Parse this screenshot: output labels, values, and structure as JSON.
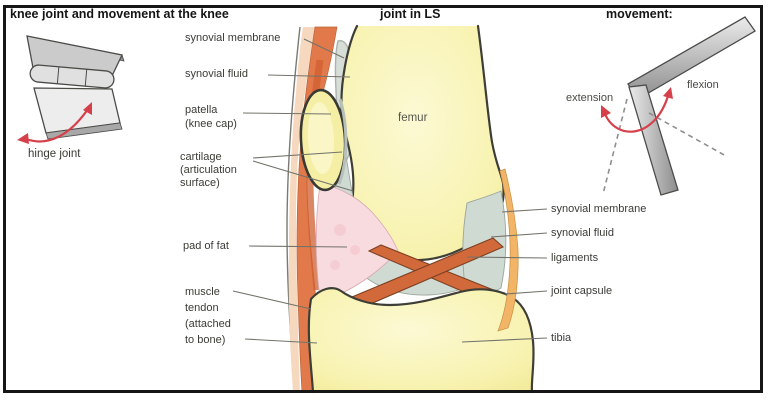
{
  "titles": {
    "left": "knee joint and movement at the knee",
    "center": "joint in LS",
    "right": "movement:"
  },
  "hinge_panel": {
    "caption": "hinge joint"
  },
  "cross_section": {
    "femur_label": "femur",
    "left_labels": [
      "synovial membrane",
      "synovial fluid",
      "patella\n(knee cap)",
      "cartilage\n(articulation\nsurface)",
      "pad of fat",
      "muscle\ntendon\n(attached\nto bone)"
    ],
    "right_labels": [
      "synovial membrane",
      "synovial fluid",
      "ligaments",
      "joint capsule",
      "tibia"
    ]
  },
  "movement_panel": {
    "extension_label": "extension",
    "flexion_label": "flexion"
  },
  "colors": {
    "bone": "#f7f2ad",
    "tendon": "#e2794a",
    "tendon_outer": "#f6d8bf",
    "fat_pad": "#f8dbdf",
    "synovial_fluid": "#cfdad2",
    "synovial_pouch": "#d7ded7",
    "ligament": "#d2693a",
    "joint_capsule": "#f2b466",
    "arrow_red": "#d5404a",
    "outline": "#3e3e37",
    "hinge_gray": "#cbcbcb",
    "bar_gray": "#999999"
  }
}
